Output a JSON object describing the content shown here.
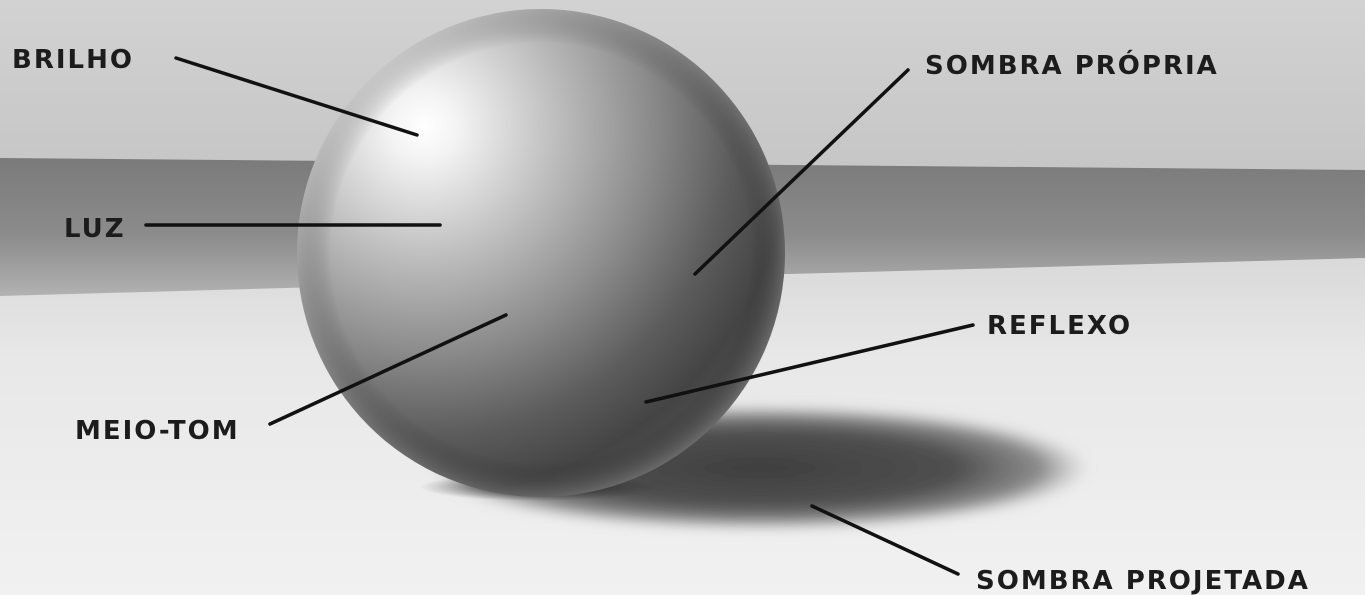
{
  "labels": {
    "brilho": "BRILHO",
    "luz": "LUZ",
    "meio_tom": "MEIO-TOM",
    "sombra_propria": "SOMBRA PRÓPRIA",
    "reflexo": "REFLEXO",
    "sombra_projetada": "SOMBRA PROJETADA"
  },
  "colors": {
    "background_top": "#cdcdcd",
    "backdrop_band": "#8a8a8a",
    "floor": "#ececec",
    "sphere_highlight": "#ffffff",
    "sphere_core_shadow": "#3c3c3c",
    "cast_shadow": "#4a4a4a",
    "leader_line": "#111111",
    "label_text": "#1c1c1c"
  }
}
